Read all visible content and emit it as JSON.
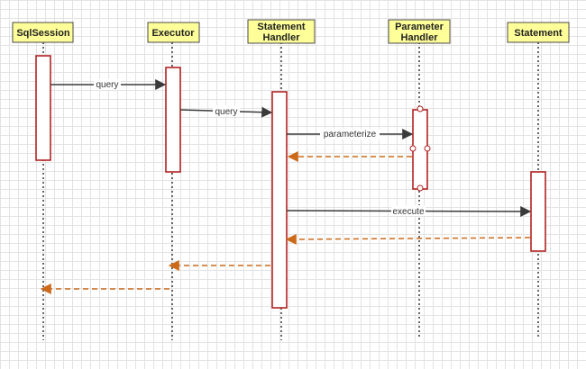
{
  "participants": [
    {
      "id": "sqlsession",
      "lines": [
        "SqlSession"
      ]
    },
    {
      "id": "executor",
      "lines": [
        "Executor"
      ]
    },
    {
      "id": "statement-handler",
      "lines": [
        "Statement",
        "Handler"
      ]
    },
    {
      "id": "parameter-handler",
      "lines": [
        "Parameter",
        "Handler"
      ]
    },
    {
      "id": "statement",
      "lines": [
        "Statement"
      ]
    }
  ],
  "messages": [
    {
      "id": "query-1",
      "kind": "call",
      "from": "sqlsession",
      "to": "executor",
      "label": "query"
    },
    {
      "id": "query-2",
      "kind": "call",
      "from": "executor",
      "to": "statement-handler",
      "label": "query"
    },
    {
      "id": "parameterize",
      "kind": "call",
      "from": "statement-handler",
      "to": "parameter-handler",
      "label": "parameterize"
    },
    {
      "id": "return-parameterize",
      "kind": "return",
      "from": "parameter-handler",
      "to": "statement-handler",
      "label": ""
    },
    {
      "id": "execute",
      "kind": "call",
      "from": "statement-handler",
      "to": "statement",
      "label": "execute"
    },
    {
      "id": "return-execute",
      "kind": "return",
      "from": "statement",
      "to": "statement-handler",
      "label": ""
    },
    {
      "id": "return-query-2",
      "kind": "return",
      "from": "statement-handler",
      "to": "executor",
      "label": ""
    },
    {
      "id": "return-query-1",
      "kind": "return",
      "from": "executor",
      "to": "sqlsession",
      "label": ""
    }
  ],
  "colors": {
    "actor_fill": "#ffff99",
    "activation_border": "#b22222",
    "call_line": "#3a3a3a",
    "return_line": "#cc6a1a"
  }
}
